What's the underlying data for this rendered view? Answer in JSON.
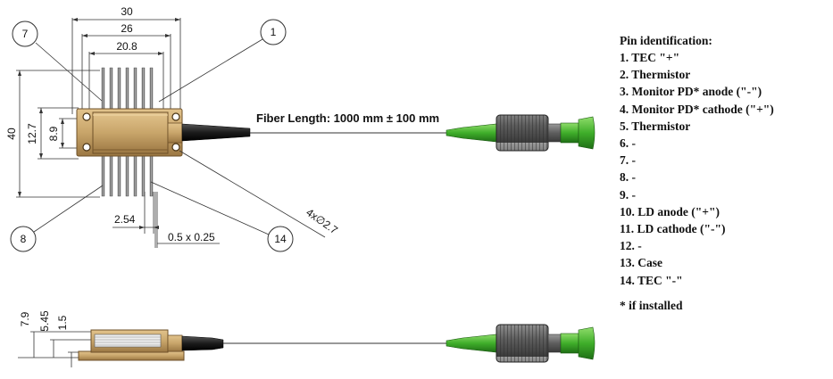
{
  "dimensions": {
    "overall_width": "30",
    "pin_span": "26",
    "body_width": "20.8",
    "overall_height": "40",
    "body_height": "12.7",
    "flange_height": "8.9",
    "pin_pitch": "2.54",
    "pin_size": "0.5 x 0.25",
    "hole_spec": "4x∅2.7",
    "side_total": "7.9",
    "side_body": "5.45",
    "side_base": "1.5"
  },
  "callouts": {
    "top_left": "7",
    "top_right": "1",
    "bottom_left": "8",
    "bottom_right": "14"
  },
  "fiber": {
    "label": "Fiber Length: 1000 mm ± 100 mm"
  },
  "pin_identification": {
    "title": "Pin identification:",
    "pins": [
      "1.  TEC \"+\"",
      "2.  Thermistor",
      "3.  Monitor PD* anode (\"-\")",
      "4.  Monitor PD* cathode (\"+\")",
      "5.  Thermistor",
      "6.   -",
      "7.   -",
      "8.   -",
      "9.   -",
      "10. LD anode (\"+\")",
      "11. LD cathode (\"-\")",
      "12.  -",
      "13. Case",
      "14. TEC \"-\""
    ],
    "footnote": "* if installed"
  },
  "colors": {
    "body": "#c8a56a",
    "body_dark": "#8f6d3a",
    "pins": "#7a7a7a",
    "boot_green": "#3fae2a",
    "nut": "#6a6a6a"
  }
}
